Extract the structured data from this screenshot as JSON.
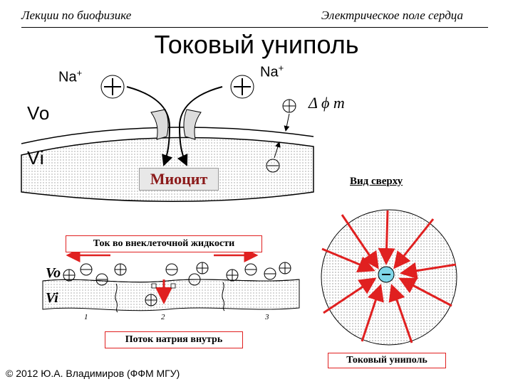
{
  "header": {
    "left": "Лекции по биофизике",
    "right": "Электрическое поле сердца"
  },
  "title": "Токовый униполь",
  "top_diagram": {
    "na_left": "Na",
    "na_right": "Na",
    "na_superscript": "+",
    "plus_symbol": "+",
    "vo_label": "Vo",
    "vi_label": "Vi",
    "delta_phi_label": "Δ ϕ m",
    "cell_label": "Миоцит",
    "cell_label_color": "#8b1a1a",
    "membrane_fill": "#e6e6e6"
  },
  "bottom_diagram": {
    "current_label": "Ток во внеклеточной жидкости",
    "vo_label": "Vo",
    "vi_label": "Vi",
    "positions": [
      "1",
      "2",
      "3"
    ],
    "sodium_flow_label": "Поток натрия внутрь",
    "box_border_color": "#e02020",
    "arrow_color": "#e02020"
  },
  "top_view": {
    "label": "Вид сверху",
    "caption": "Токовый униполь",
    "center_color": "#7fd6e8",
    "arrow_color": "#e02020"
  },
  "footer": {
    "copyright": "© 2012 Ю.А. Владимиров (ФФМ МГУ)"
  }
}
